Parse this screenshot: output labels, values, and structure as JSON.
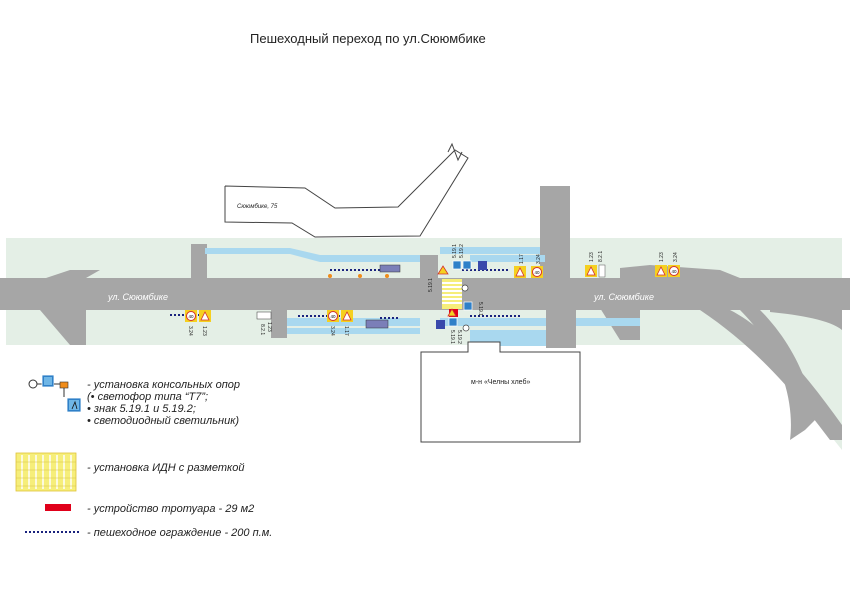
{
  "title": "Пешеходный переход по ул.Сююмбике",
  "labels": {
    "street_left": "ул. Сююмбике",
    "street_right": "ул. Сююмбике",
    "building_address": "Сююмбике, 75",
    "store": "м-н «Челны хлеб»"
  },
  "sign_codes": {
    "s5191_top": "5.19.1",
    "s5192_top": "5.19.2",
    "s5191_left": "5.19.1",
    "s5191_mid": "5.19.1",
    "s5191_bottom": "5.19.1",
    "s5192_bottom": "5.19.2",
    "s117_top": "1.17",
    "s324_top": "3.24",
    "s123_r": "1.23",
    "s821_r": "8.2.1",
    "s123_rr": "1.23",
    "s324_rr": "3.24",
    "s324_l": "3.24",
    "s123_l": "1.23",
    "s123_m": "1.23",
    "s821_m": "8.2.1",
    "s324_m": "3.24",
    "s117_m": "1.17",
    "num40_top": "40",
    "num40_right": "40",
    "num40_left": "40",
    "num40_mid": "40"
  },
  "legend": {
    "item1_line1": "- установка консольных опор",
    "item1_line2": "(• светофор типа “Т7”;",
    "item1_line3": "• знак 5.19.1 и 5.19.2;",
    "item1_line4": "• светодиодный светильник)",
    "item2": "- установка ИДН с разметкой",
    "item3": "- устройство тротуара - 29 м2",
    "item4": "- пешеходное ограждение - 200 п.м."
  },
  "colors": {
    "road": "#a6a6a6",
    "verge": "#e4efe6",
    "sidewalk": "#a9d8ef",
    "crossing": "#f6ee7a",
    "sign_yellow": "#f5d020",
    "sign_blue": "#2f80c8",
    "new_sidewalk": "#e0001a",
    "fence": "#1a237e"
  }
}
